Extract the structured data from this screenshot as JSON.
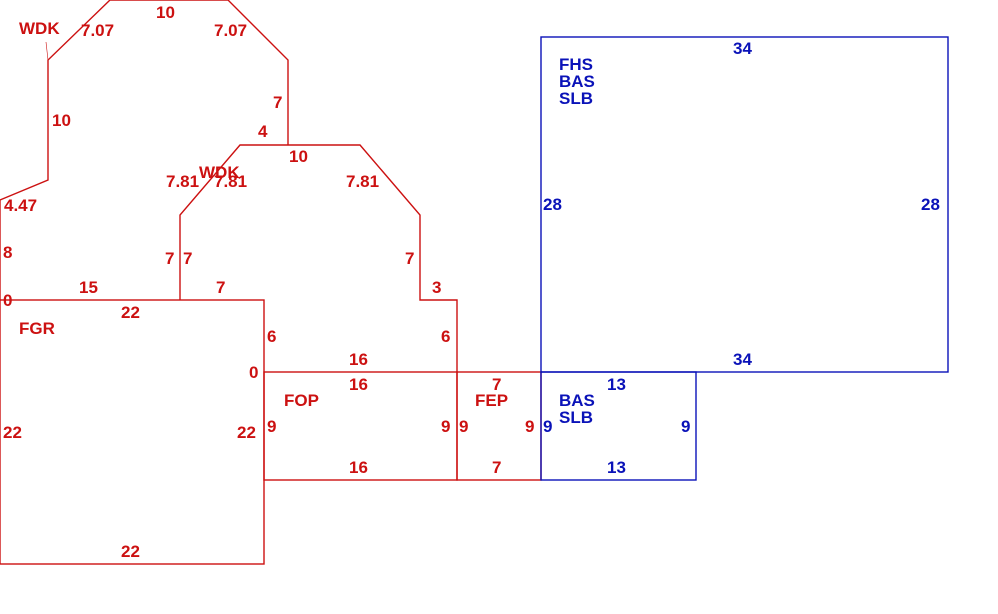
{
  "colors": {
    "exterior": "#cc1111",
    "living": "#0a12b8"
  },
  "areas": {
    "wdk_upper": {
      "label": "WDK",
      "dims": [
        "7.07",
        "10",
        "7.07",
        "7",
        "4",
        "10",
        "4.47",
        "8",
        "0",
        "15"
      ]
    },
    "wdk_lower": {
      "label": "WDK",
      "dims": [
        "7.81",
        "7.81",
        "10",
        "7.81",
        "7",
        "7",
        "7",
        "3",
        "6",
        "7"
      ]
    },
    "fgr": {
      "label": "FGR",
      "dims": [
        "22",
        "22",
        "22",
        "22"
      ]
    },
    "fop": {
      "label": "FOP",
      "dims": [
        "6",
        "0",
        "16",
        "16",
        "9",
        "9",
        "16"
      ]
    },
    "fep": {
      "label": "FEP",
      "dims": [
        "7",
        "9",
        "9",
        "7"
      ]
    },
    "main": {
      "labels": [
        "FHS",
        "BAS",
        "SLB"
      ],
      "dims": [
        "34",
        "28",
        "28",
        "34"
      ]
    },
    "bas_small": {
      "labels": [
        "BAS",
        "SLB"
      ],
      "dims": [
        "13",
        "9",
        "9",
        "13"
      ]
    }
  }
}
